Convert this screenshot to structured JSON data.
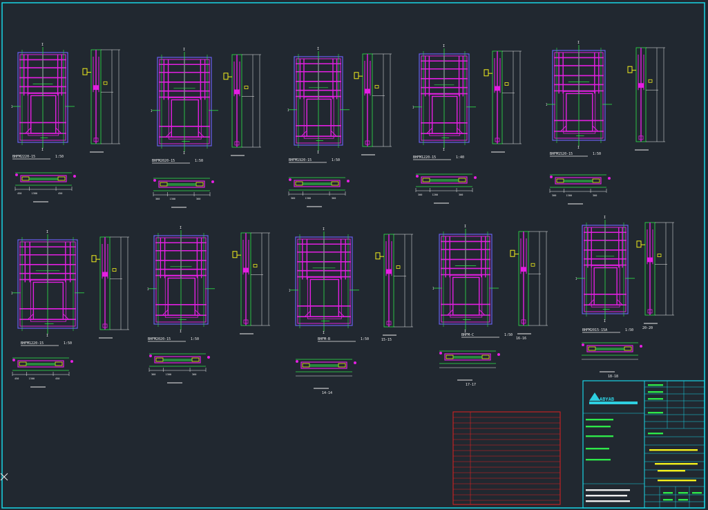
{
  "colors": {
    "background": "#212830",
    "frame": "#19d6e6",
    "magenta": "#e41fe2",
    "green": "#2ee84a",
    "yellow": "#f4f01c",
    "white": "#eeeeee",
    "blue": "#6a5ff0",
    "red": "#e02020"
  },
  "panels": [
    {
      "label": "BHFM2220-15",
      "scale": "1:50",
      "plan_dims": [
        "450",
        "1380",
        "450"
      ]
    },
    {
      "label": "BHFM2020-15",
      "scale": "1:50",
      "plan_dims": [
        "360",
        "1300",
        "360"
      ]
    },
    {
      "label": "BHFM1920-15",
      "scale": "1:50",
      "plan_dims": [
        "360",
        "1300",
        "360"
      ]
    },
    {
      "label": "BHFM1220-15",
      "scale": "1:40",
      "plan_dims": [
        "300",
        "1200",
        "300"
      ]
    },
    {
      "label": "BHFM1520-15",
      "scale": "1:50",
      "plan_dims": [
        "300",
        "1300",
        "300"
      ]
    },
    {
      "label": "BHFM1220-15",
      "scale": "1:50",
      "plan_dims": [
        "450",
        "1300",
        "450"
      ]
    },
    {
      "label": "BHFM2020-15",
      "scale": "1:50",
      "plan_dims": [
        "360",
        "1300",
        "360"
      ]
    },
    {
      "label": "BHFM-B",
      "scale": "1:50",
      "section": "15-15",
      "plan_section": "14-14"
    },
    {
      "label": "BHFM-C",
      "scale": "1:50",
      "section": "16-16",
      "plan_section": "17-17"
    },
    {
      "label": "BHFM2015-15A",
      "scale": "1:50",
      "section": "20-20",
      "plan_section": "18-18"
    }
  ],
  "title_block": {
    "logo_text": "ABYAB"
  }
}
